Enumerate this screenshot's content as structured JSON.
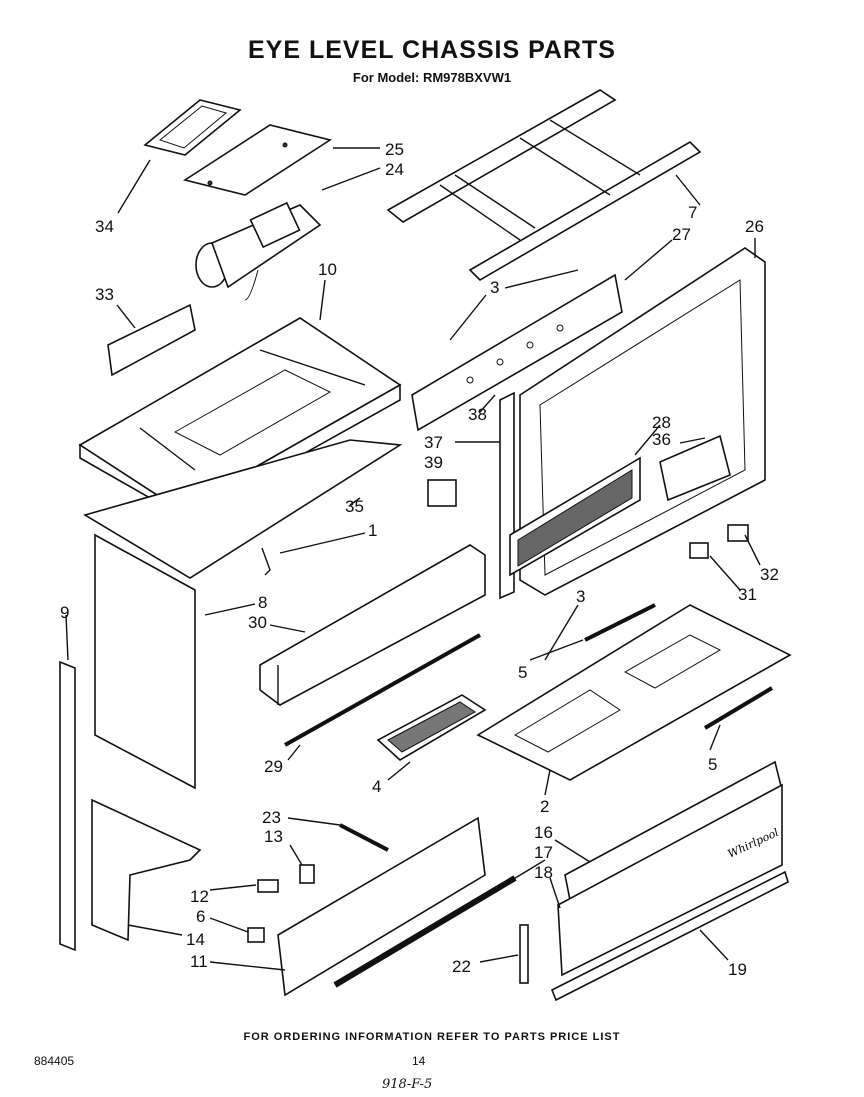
{
  "header": {
    "title": "EYE LEVEL CHASSIS PARTS",
    "subtitle": "For Model: RM978BXVW1"
  },
  "footer": {
    "ordering_note": "FOR ORDERING INFORMATION REFER TO PARTS PRICE LIST",
    "doc_number": "884405",
    "page_number": "14",
    "handwritten_ref": "918-F-5"
  },
  "diagram": {
    "brand_mark": "Whirlpool",
    "callouts": [
      "25",
      "24",
      "34",
      "7",
      "27",
      "26",
      "3",
      "10",
      "33",
      "38",
      "28",
      "37",
      "36",
      "39",
      "35",
      "1",
      "32",
      "31",
      "9",
      "8",
      "30",
      "3",
      "5",
      "5",
      "4",
      "29",
      "2",
      "23",
      "13",
      "16",
      "17",
      "18",
      "12",
      "6",
      "14",
      "11",
      "22",
      "19"
    ]
  }
}
